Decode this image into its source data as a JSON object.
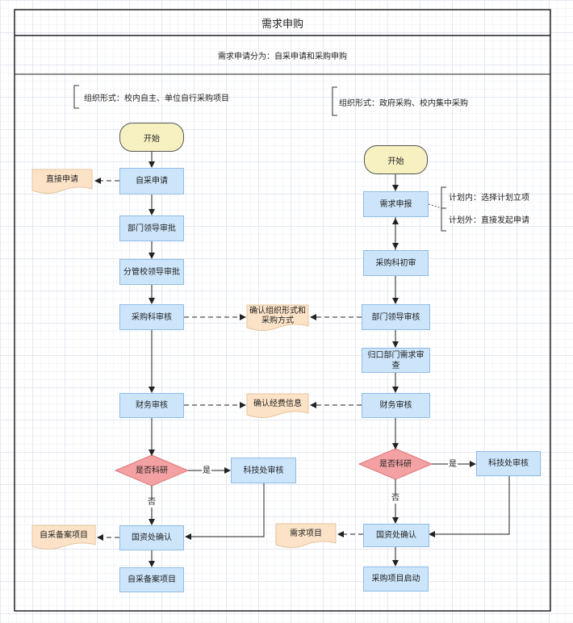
{
  "title": "需求申购",
  "subtitle": "需求申请分为：自采申请和采购申购",
  "left": {
    "note": "组织形式：校内自主、单位自行采购项目",
    "start": "开始",
    "apply": "自采申请",
    "direct_apply": "直接申请",
    "dept_leader": "部门领导审批",
    "vice_leader": "分管校领导审批",
    "purchase_review": "采购科审核",
    "finance_review": "财务审核",
    "is_research": "是否科研",
    "yes": "是",
    "no": "否",
    "sci_review": "科技处审核",
    "asset_confirm": "国资处确认",
    "record_doc": "自采备案项目",
    "record_project": "自采备案项目"
  },
  "right": {
    "note": "组织形式：政府采购、校内集中采购",
    "start": "开始",
    "demand_report": "需求申报",
    "plan_in": "计划内：选择计划立项",
    "plan_out": "计划外：直接发起申请",
    "purchase_first": "采购科初审",
    "dept_leader": "部门领导审核",
    "gui_kou": "归口部门需求审查",
    "finance_review": "财务审核",
    "is_research": "是否科研",
    "yes": "是",
    "no": "否",
    "sci_review": "科技处审核",
    "asset_confirm": "国资处确认",
    "demand_doc": "需求项目",
    "project_start": "采购项目启动"
  },
  "center": {
    "confirm_form": "确认组织形式和采购方式",
    "confirm_fund": "确认经费信息"
  },
  "colors": {
    "process_fill": "#cce5fb",
    "terminal_fill": "#f7f1c2",
    "document_fill": "#fce3c8",
    "decision_fill": "#f4a1a3"
  }
}
